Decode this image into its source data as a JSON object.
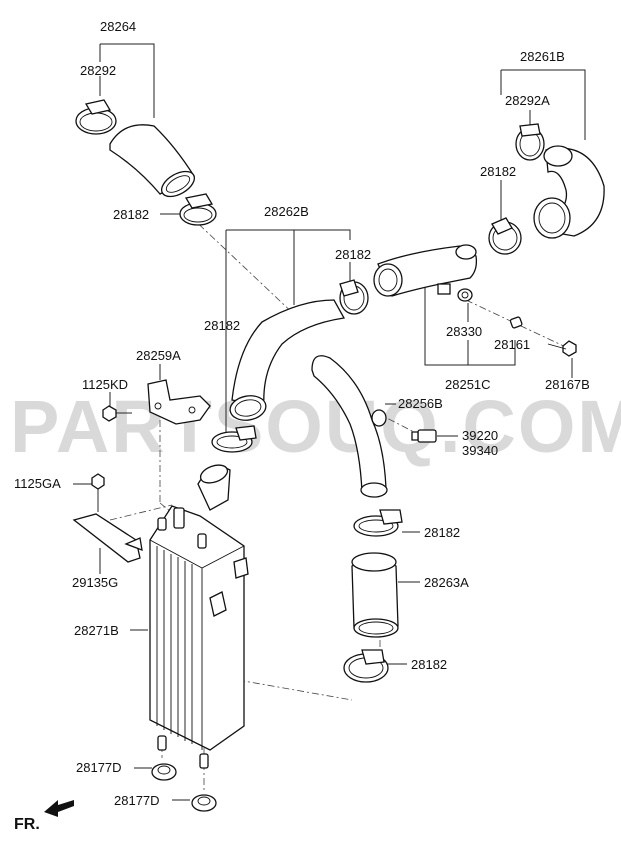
{
  "watermark": "PARTSOUQ.COM",
  "direction_label": "FR.",
  "labels": {
    "l28264": "28264",
    "l28292": "28292",
    "l28182_a": "28182",
    "l28262B": "28262B",
    "l28182_b": "28182",
    "l28182_c": "28182",
    "l28261B": "28261B",
    "l28292A": "28292A",
    "l28182_d": "28182",
    "l28330": "28330",
    "l28161": "28161",
    "l28251C": "28251C",
    "l28167B": "28167B",
    "l28259A": "28259A",
    "l1125KD": "1125KD",
    "l28256B": "28256B",
    "l39220": "39220",
    "l39340": "39340",
    "l1125GA": "1125GA",
    "l28182_e": "28182",
    "l29135G": "29135G",
    "l28263A": "28263A",
    "l28271B": "28271B",
    "l28182_f": "28182",
    "l28177D_a": "28177D",
    "l28177D_b": "28177D"
  }
}
